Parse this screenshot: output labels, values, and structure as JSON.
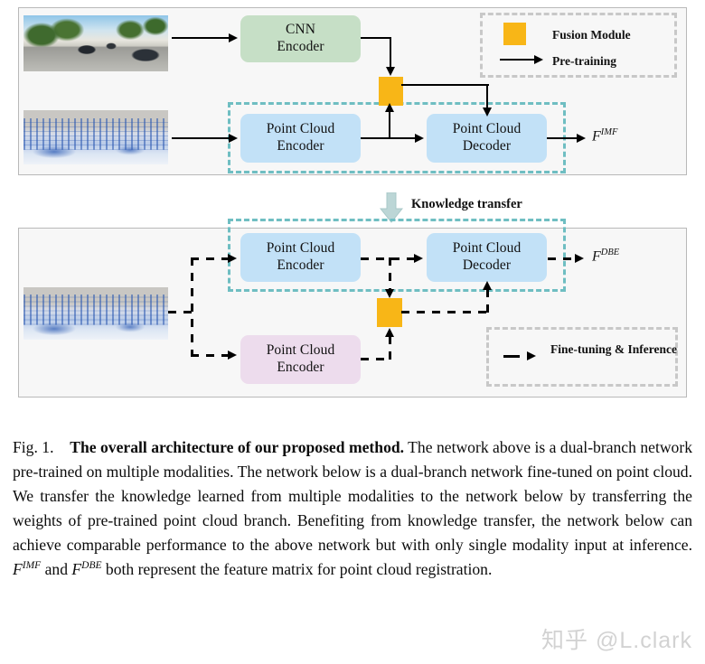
{
  "figure": {
    "caption_prefix": "Fig. 1.",
    "caption_bold": "The overall architecture of our proposed method.",
    "caption_part1": " The network above is a dual-branch network pre-trained on multiple modalities. The network below is a dual-branch network fine-tuned on point cloud. We transfer the knowledge learned from multiple modalities to the network below by transferring the weights of pre-trained point cloud branch. Benefiting from knowledge transfer, the network below can achieve comparable performance to the above network but with only single modality input at inference. ",
    "caption_f1_base": "F",
    "caption_f1_sup": "IMF",
    "caption_part2": " and ",
    "caption_f2_base": "F",
    "caption_f2_sup": "DBE",
    "caption_part3": " both represent the feature matrix for point cloud registration."
  },
  "watermark": {
    "text": "知乎 @L.clark"
  },
  "top_panel": {
    "inputs": [
      {
        "name": "rgb-image-thumbnail",
        "kind": "camera-image"
      },
      {
        "name": "point-cloud-thumbnail",
        "kind": "lidar-point-cloud"
      }
    ],
    "nodes": {
      "cnn_encoder": {
        "line1": "CNN",
        "line2": "Encoder",
        "color": "#c6dfc6"
      },
      "pc_encoder": {
        "line1": "Point Cloud",
        "line2": "Encoder",
        "color": "#c2e1f7"
      },
      "pc_decoder": {
        "line1": "Point Cloud",
        "line2": "Decoder",
        "color": "#c2e1f7"
      },
      "fusion": {
        "label": "Fusion Module",
        "color": "#f8b617"
      }
    },
    "output": {
      "base": "F",
      "sup": "IMF"
    },
    "group_border_color": "#6fbec2",
    "legend": {
      "swatch_color": "#f8b617",
      "items": [
        {
          "icon": "orange-square",
          "label": "Fusion Module"
        },
        {
          "icon": "solid-arrow",
          "label": "Pre-training"
        }
      ]
    }
  },
  "transfer": {
    "label": "Knowledge transfer",
    "arrow_color": "#b9d3d3",
    "direction": "down"
  },
  "bottom_panel": {
    "inputs": [
      {
        "name": "point-cloud-thumbnail",
        "kind": "lidar-point-cloud"
      }
    ],
    "nodes": {
      "pc_encoder_top": {
        "line1": "Point Cloud",
        "line2": "Encoder",
        "color": "#c2e1f7"
      },
      "pc_decoder": {
        "line1": "Point Cloud",
        "line2": "Decoder",
        "color": "#c2e1f7"
      },
      "pc_encoder_bottom": {
        "line1": "Point Cloud",
        "line2": "Encoder",
        "color": "#eddced"
      },
      "fusion": {
        "label": "Fusion Module",
        "color": "#f8b617"
      }
    },
    "output": {
      "base": "F",
      "sup": "DBE"
    },
    "group_border_color": "#6fbec2",
    "legend": {
      "items": [
        {
          "icon": "dashed-arrow",
          "line1": "Fine-tuning",
          "line2": "& Inference"
        }
      ]
    }
  }
}
